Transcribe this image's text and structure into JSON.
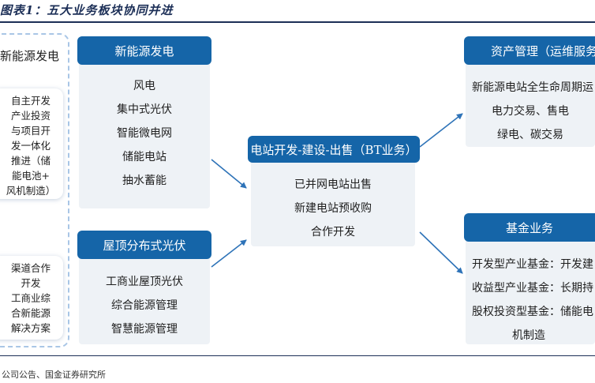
{
  "title": "图表1：五大业务板块协同并进",
  "source": "公司公告、国金证券研究所",
  "left": {
    "title": "新能源发电",
    "box1_lines": [
      "自主开发",
      "产业投资",
      "与项目开",
      "发一体化",
      "推进（储",
      "能电池+",
      "风机制造）"
    ],
    "box2_lines": [
      "渠道合作",
      "开发",
      "工商业综",
      "合新能源",
      "解决方案"
    ]
  },
  "power_gen": {
    "header": "新能源发电",
    "items": [
      "风电",
      "集中式光伏",
      "智能微电网",
      "储能电站",
      "抽水蓄能"
    ]
  },
  "rooftop": {
    "header": "屋顶分布式光伏",
    "items": [
      "工商业屋顶光伏",
      "综合能源管理",
      "智慧能源管理"
    ]
  },
  "bt": {
    "header": "电站开发-建设-出售（BT业务）",
    "items": [
      "已并网电站出售",
      "新建电站预收购",
      "合作开发"
    ]
  },
  "asset": {
    "header": "资产管理（运维服务",
    "items": [
      "新能源电站全生命周期运",
      "电力交易、售电",
      "绿电、碳交易"
    ]
  },
  "fund": {
    "header": "基金业务",
    "items": [
      "开发型产业基金：开发建",
      "收益型产业基金：长期持",
      "股权投资型基金：储能电",
      "机制造"
    ]
  },
  "colors": {
    "header_blue": "#1565a8",
    "panel_gray": "#eef2f6",
    "arrow_blue": "#2e73b8",
    "dashed_border": "#a9c6e6",
    "title_navy": "#1c2f57"
  }
}
